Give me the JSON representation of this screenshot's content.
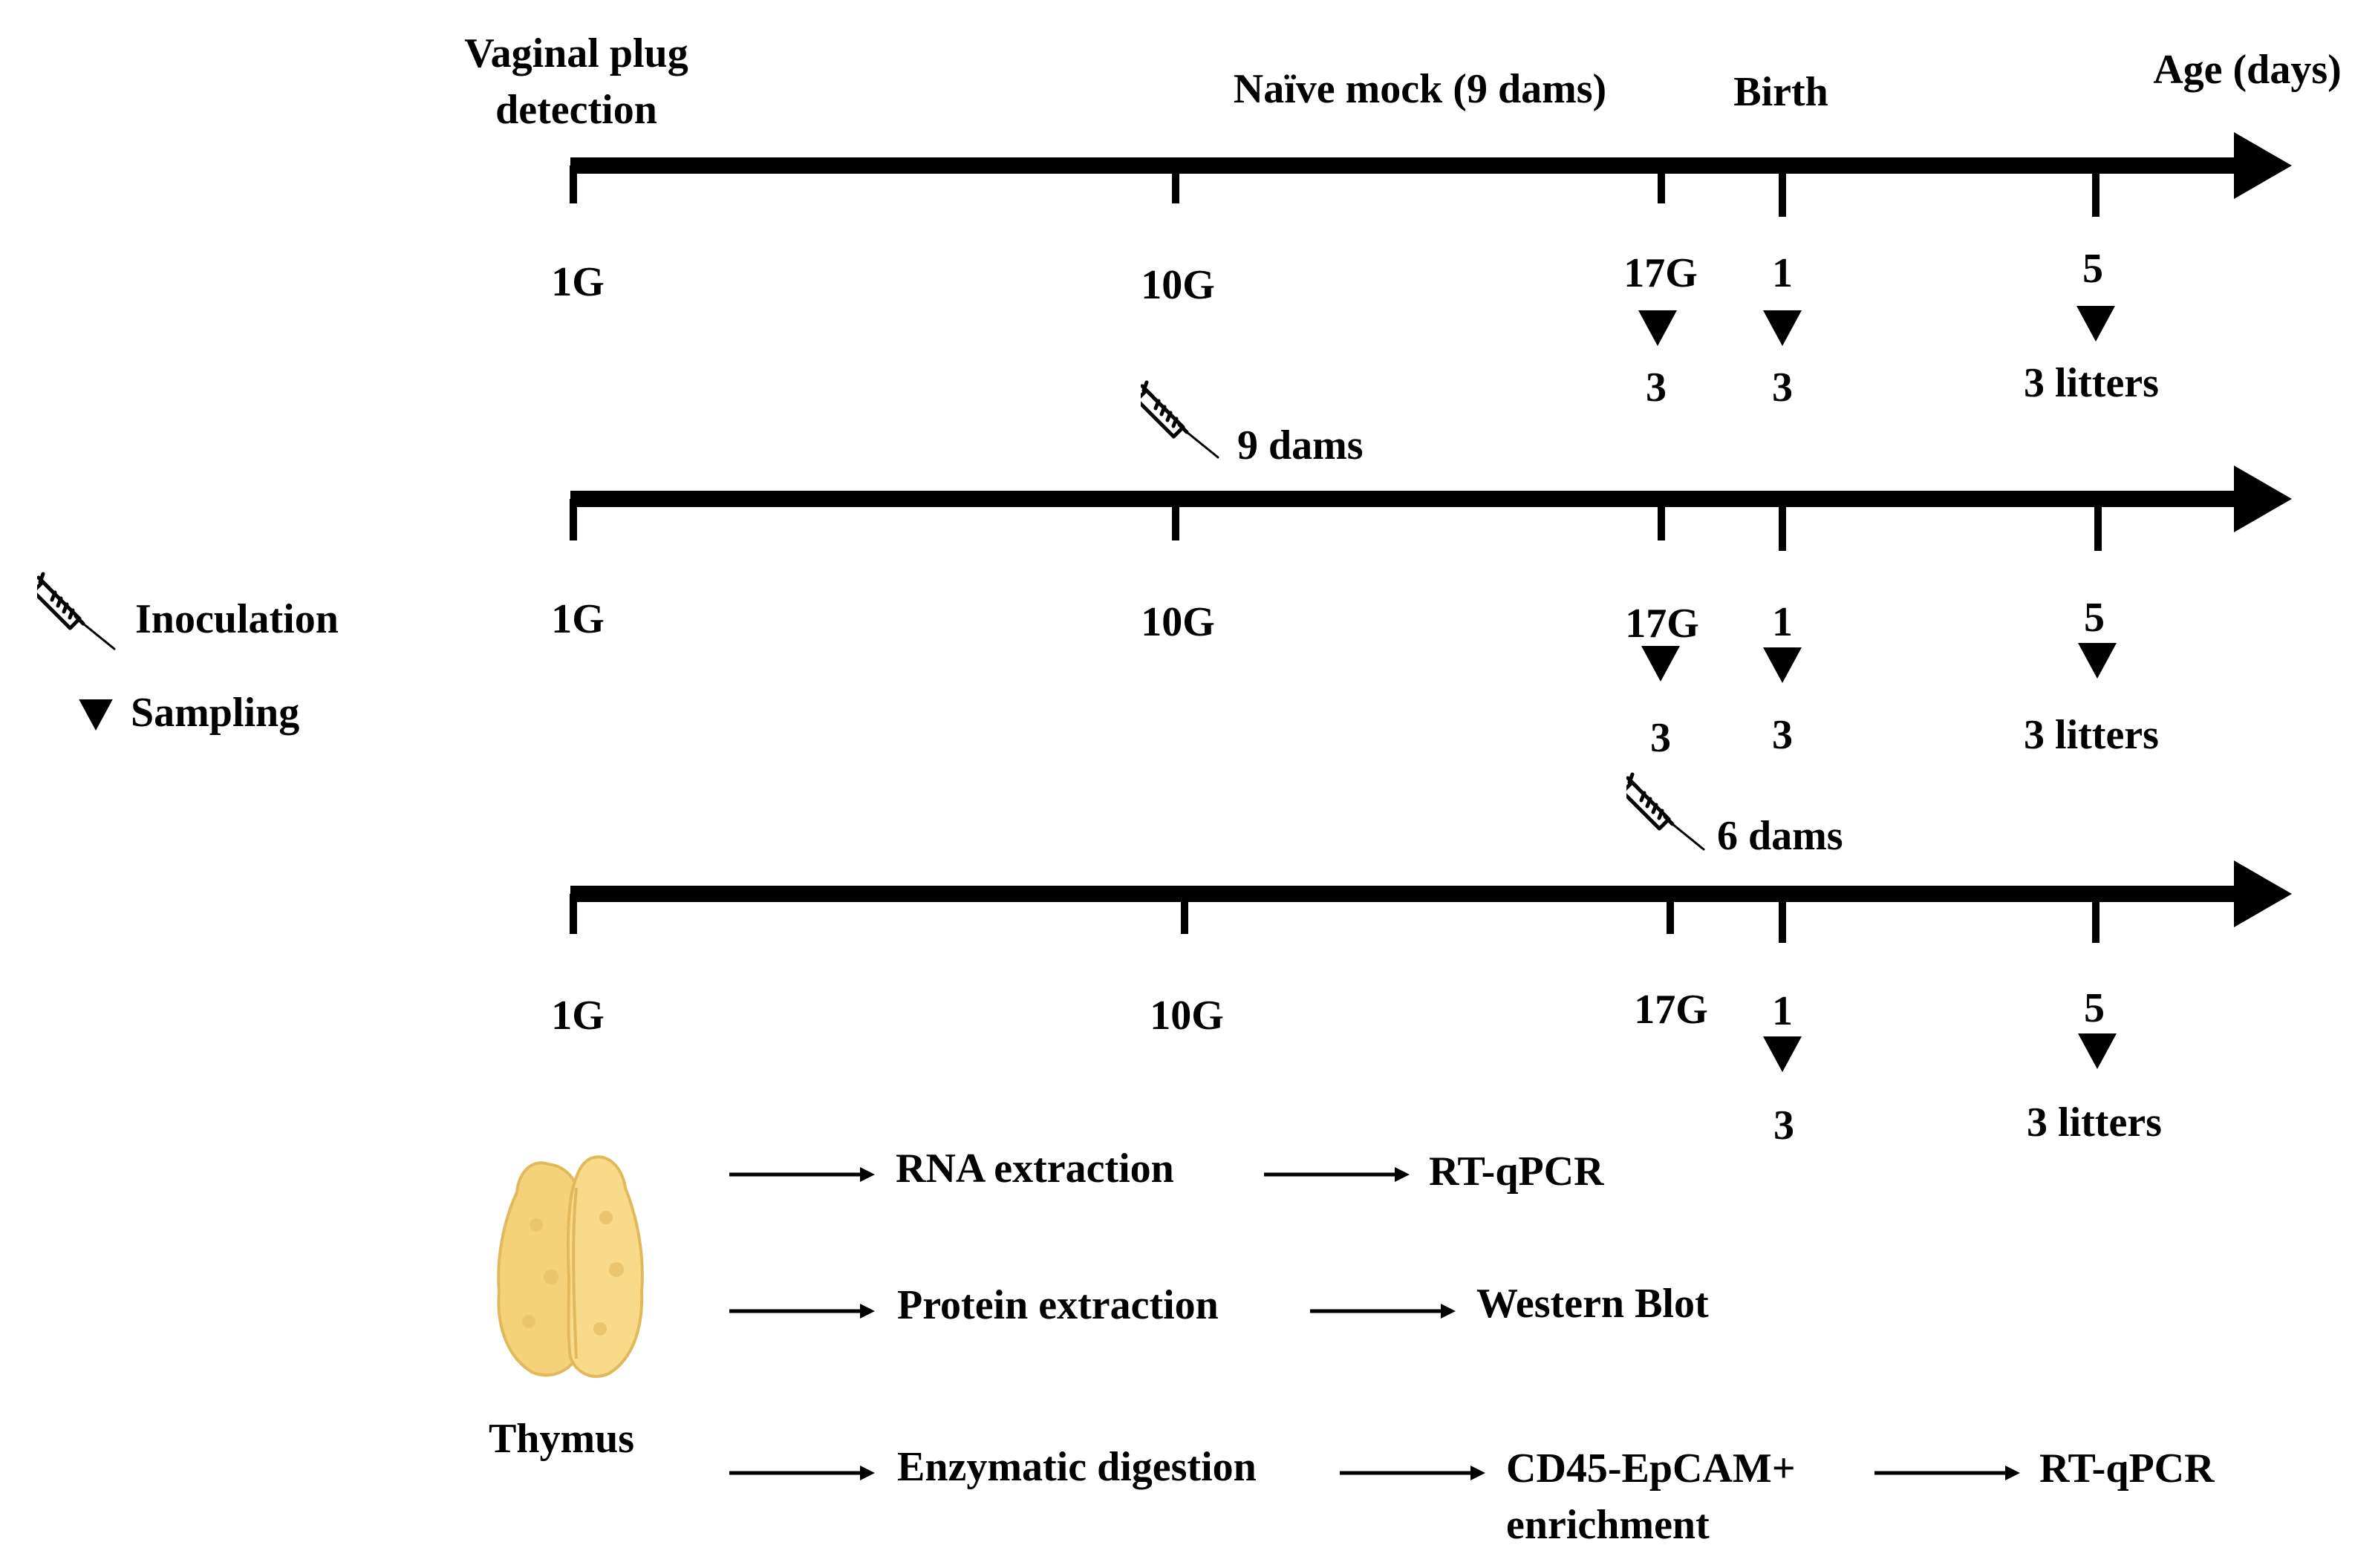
{
  "header": {
    "start_label_line1": "Vaginal plug",
    "start_label_line2": "detection",
    "group1_title": "Naïve mock (9 dams)",
    "birth_label": "Birth",
    "axis_label": "Age (days)"
  },
  "legend": {
    "inoculation_label": "Inoculation",
    "sampling_label": "Sampling"
  },
  "timelines": [
    {
      "ticks": [
        "1G",
        "10G",
        "17G",
        "1",
        "5"
      ],
      "samples": [
        "3",
        "3",
        "3 litters"
      ]
    },
    {
      "inoculation": "9 dams",
      "ticks": [
        "1G",
        "10G",
        "17G",
        "1",
        "5"
      ],
      "samples": [
        "3",
        "3",
        "3 litters"
      ]
    },
    {
      "inoculation": "6 dams",
      "ticks": [
        "1G",
        "10G",
        "17G",
        "1",
        "5"
      ],
      "samples": [
        "3",
        "3 litters"
      ]
    }
  ],
  "workflow": {
    "organ_label": "Thymus",
    "row1": [
      "RNA extraction",
      "RT-qPCR"
    ],
    "row2": [
      "Protein extraction",
      "Western Blot"
    ],
    "row3_step1": "Enzymatic digestion",
    "row3_step2_line1": "CD45-EpCAM+",
    "row3_step2_line2": "enrichment",
    "row3_step3": "RT-qPCR"
  },
  "colors": {
    "ink": "#000000",
    "thymus": "#F5D27A",
    "thymus_shade": "#E2B85C"
  },
  "icons": {
    "inoculation": "syringe-icon",
    "sampling": "down-triangle-icon"
  }
}
